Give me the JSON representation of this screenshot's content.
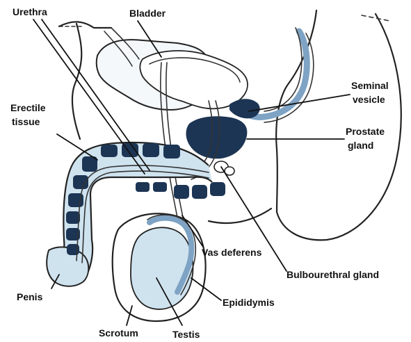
{
  "diagram": {
    "labels": {
      "urethra": "Urethra",
      "bladder": "Bladder",
      "seminal_vesicle_line1": "Seminal",
      "seminal_vesicle_line2": "vesicle",
      "erectile_line1": "Erectile",
      "erectile_line2": "tissue",
      "prostate_line1": "Prostate",
      "prostate_line2": "gland",
      "vas_deferens": "Vas deferens",
      "bulbourethral": "Bulbourethral gland",
      "penis": "Penis",
      "epididymis": "Epididymis",
      "scrotum": "Scrotum",
      "testis": "Testis"
    },
    "colors": {
      "navy": "#1d3554",
      "steel_blue": "#7ea3c4",
      "pale_blue": "#cfe3ef",
      "outline": "#222222"
    }
  }
}
